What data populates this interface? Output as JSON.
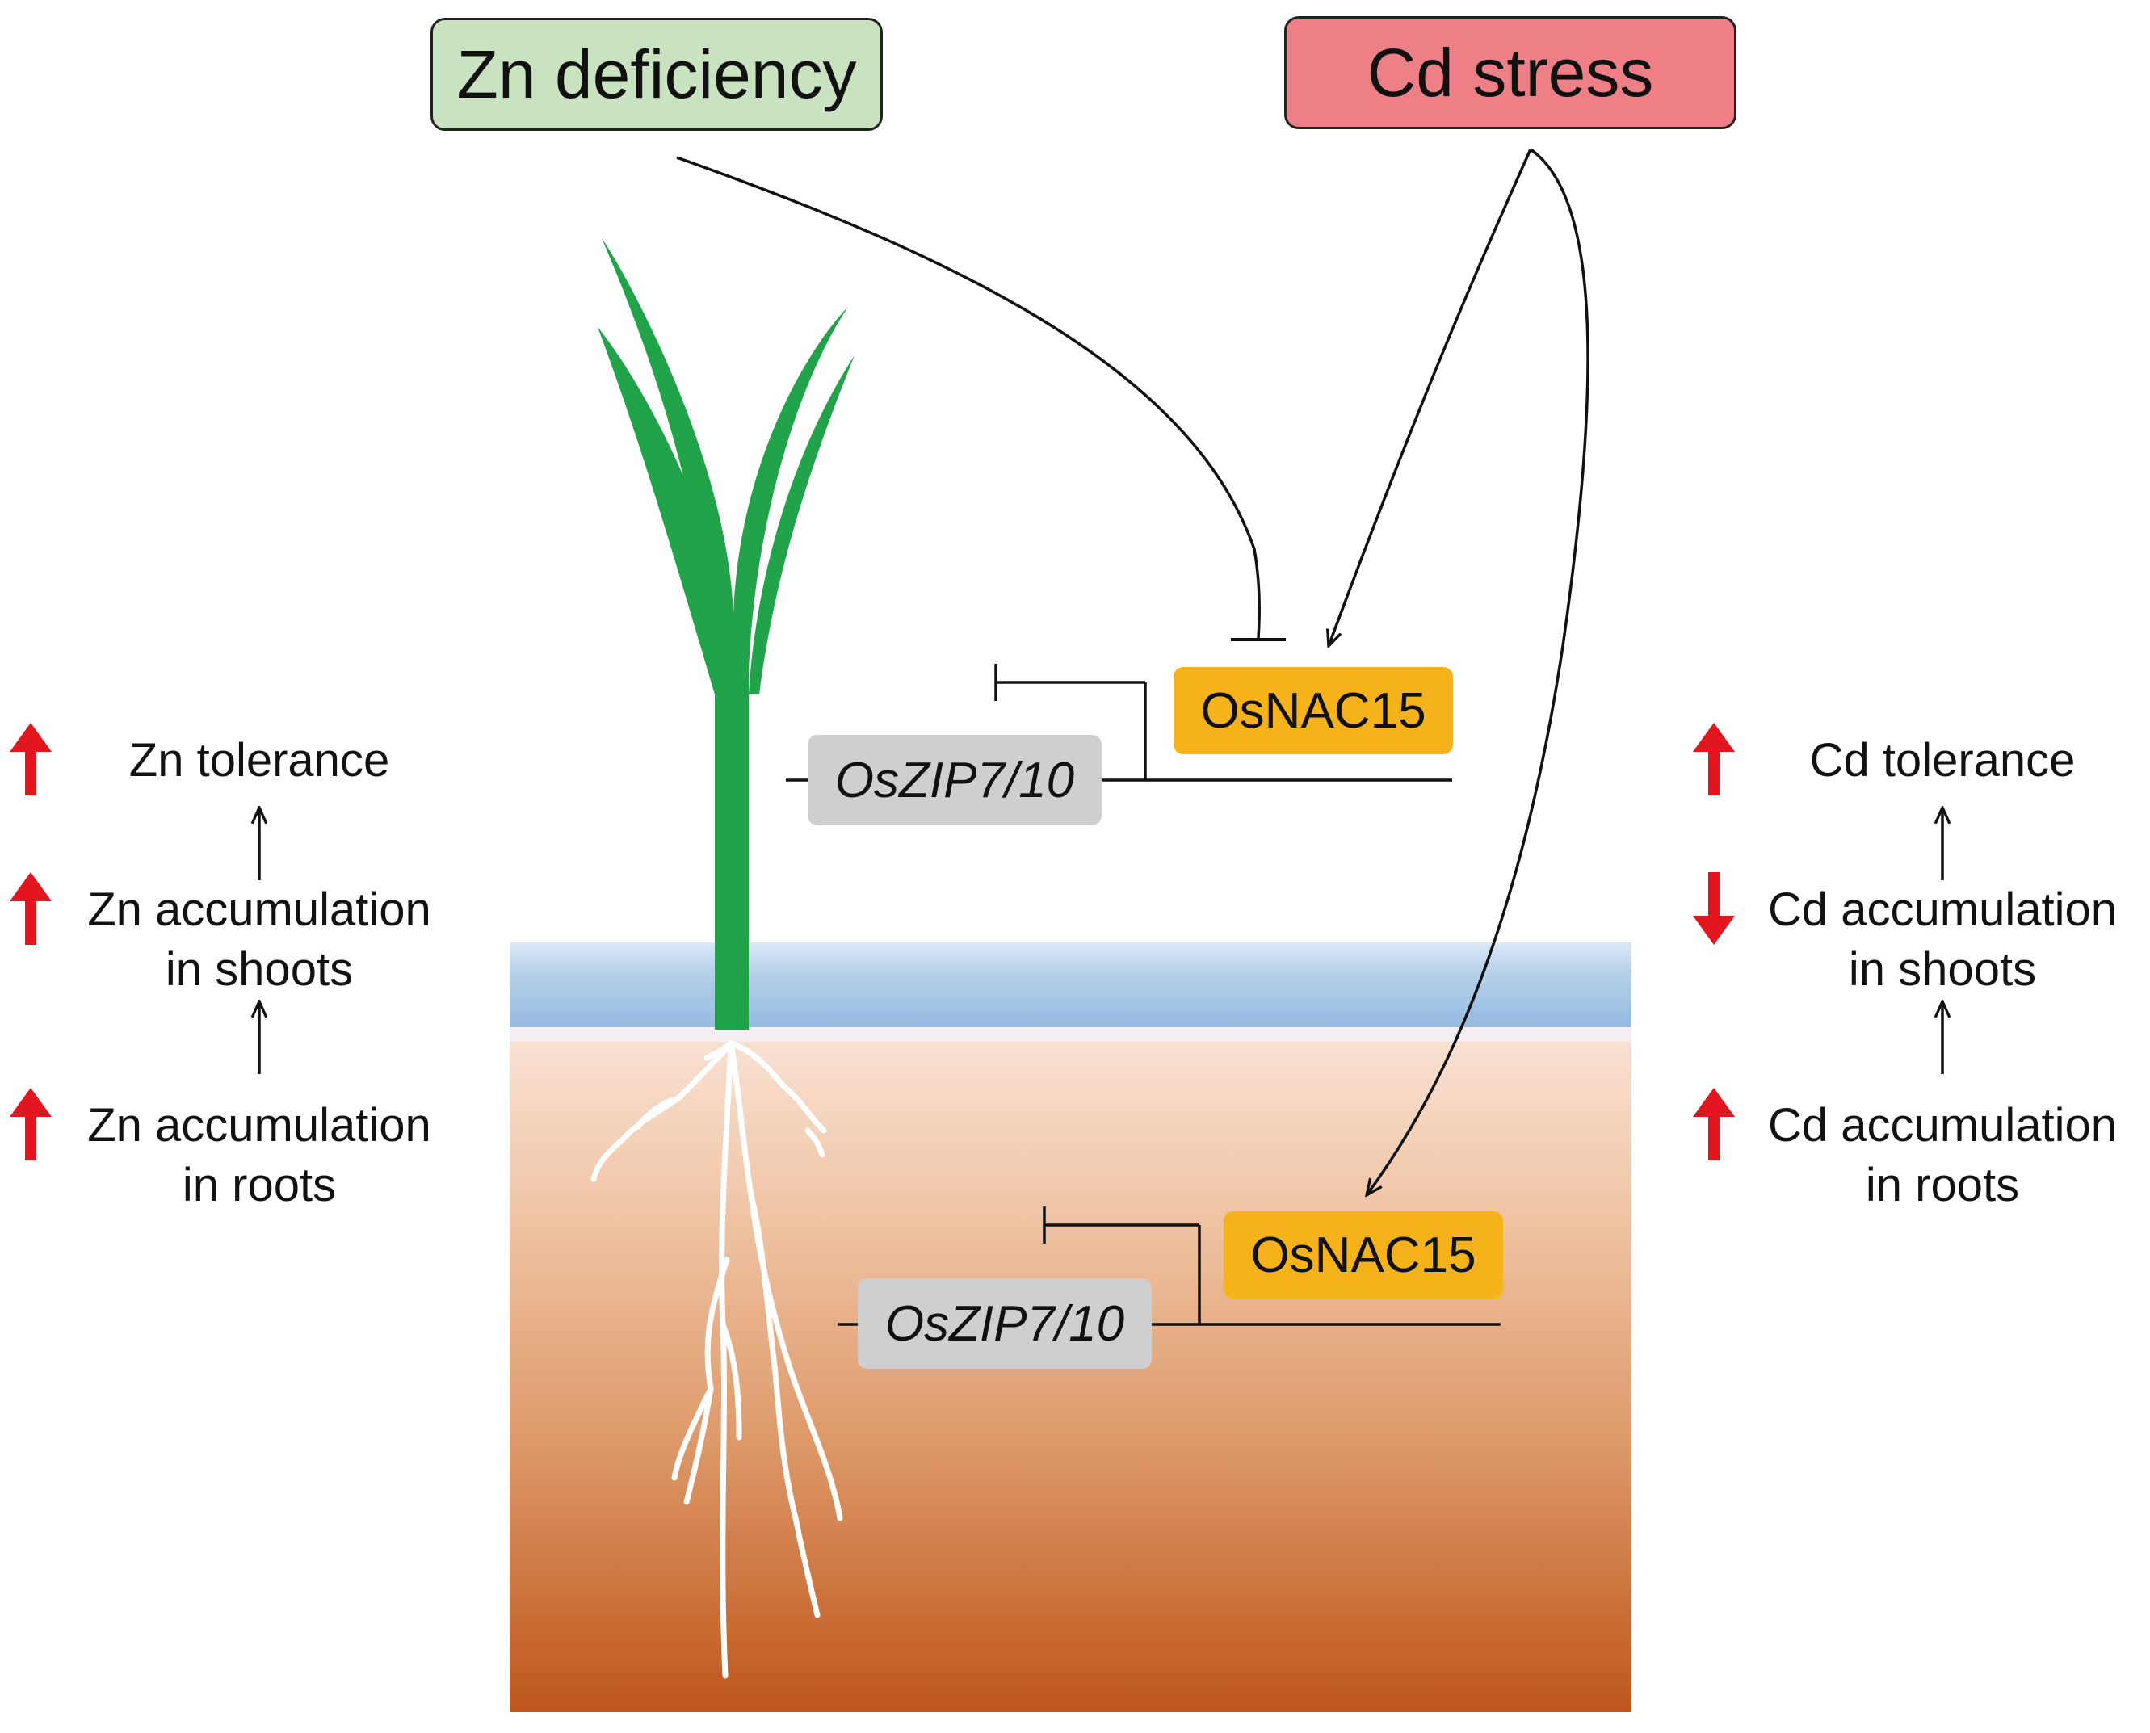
{
  "stimuli": {
    "zn": {
      "label": "Zn deficiency",
      "color": "#c9e3c1"
    },
    "cd": {
      "label": "Cd stress",
      "color": "#ef7f86"
    }
  },
  "genes": {
    "shoot_tf": "OsNAC15",
    "shoot_target": "OsZIP7/10",
    "root_tf": "OsNAC15",
    "root_target": "OsZIP7/10",
    "tf_color": "#f5b21b",
    "target_color": "#cfcfcf"
  },
  "left_effects": [
    {
      "text": "Zn tolerance",
      "direction": "up"
    },
    {
      "text": "Zn accumulation\nin shoots",
      "direction": "up"
    },
    {
      "text": "Zn accumulation\nin roots",
      "direction": "up"
    }
  ],
  "right_effects": [
    {
      "text": "Cd tolerance",
      "direction": "up"
    },
    {
      "text": "Cd accumulation\nin shoots",
      "direction": "down"
    },
    {
      "text": "Cd accumulation\nin roots",
      "direction": "up"
    }
  ],
  "colors": {
    "plant": "#21a34a",
    "water_top": "#d9e8f5",
    "water_bottom": "#98bedf",
    "soil_top": "#f8dccb",
    "soil_bottom": "#c0561c",
    "effect_arrow": "#e3161f"
  }
}
